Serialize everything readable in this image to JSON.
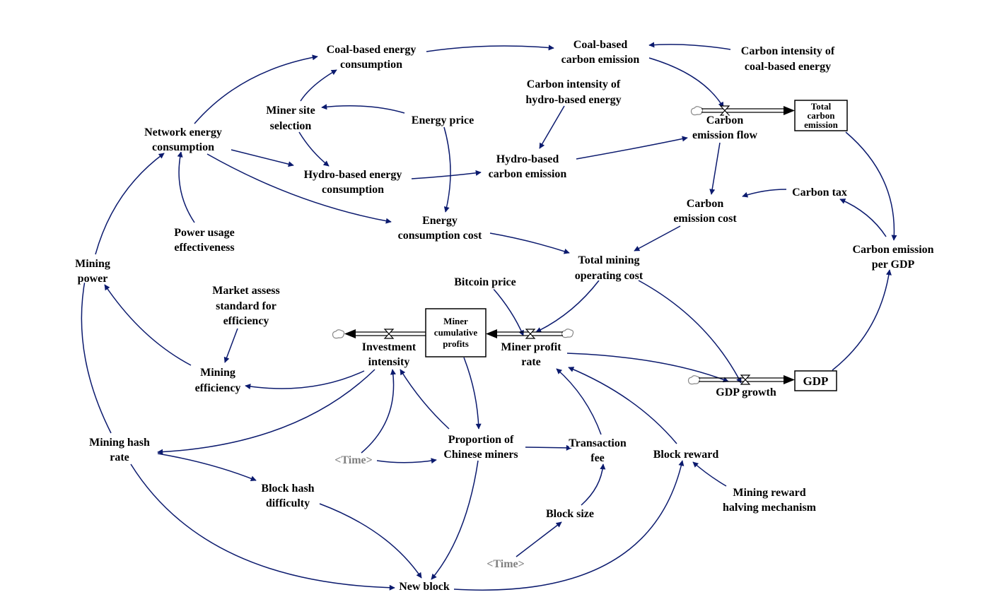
{
  "diagram": {
    "variables": {
      "coal_energy": [
        "Coal-based energy",
        "consumption"
      ],
      "coal_emission": [
        "Coal-based",
        "carbon emission"
      ],
      "coal_intensity": [
        "Carbon intensity of",
        "coal-based energy"
      ],
      "hydro_intensity": [
        "Carbon intensity of",
        "hydro-based energy"
      ],
      "miner_site": [
        "Miner site",
        "selection"
      ],
      "energy_price": [
        "Energy price"
      ],
      "network_energy": [
        "Network energy",
        "consumption"
      ],
      "hydro_emission": [
        "Hydro-based",
        "carbon emission"
      ],
      "hydro_energy": [
        "Hydro-based energy",
        "consumption"
      ],
      "carbon_flow": [
        "Carbon",
        "emission flow"
      ],
      "carbon_cost": [
        "Carbon",
        "emission cost"
      ],
      "carbon_tax": [
        "Carbon tax"
      ],
      "pue": [
        "Power usage",
        "effectiveness"
      ],
      "energy_cost": [
        "Energy",
        "consumption cost"
      ],
      "mining_power": [
        "Mining",
        "power"
      ],
      "total_cost": [
        "Total mining",
        "operating cost"
      ],
      "carbon_per_gdp": [
        "Carbon emission",
        "per GDP"
      ],
      "market_standard": [
        "Market assess",
        "standard for",
        "efficiency"
      ],
      "bitcoin_price": [
        "Bitcoin price"
      ],
      "investment": [
        "Investment",
        "intensity"
      ],
      "profit_rate": [
        "Miner profit",
        "rate"
      ],
      "mining_efficiency": [
        "Mining",
        "efficiency"
      ],
      "gdp_growth": [
        "GDP growth"
      ],
      "hash_rate": [
        "Mining hash",
        "rate"
      ],
      "proportion": [
        "Proportion of",
        "Chinese miners"
      ],
      "tx_fee": [
        "Transaction",
        "fee"
      ],
      "block_reward": [
        "Block reward"
      ],
      "block_difficulty": [
        "Block hash",
        "difficulty"
      ],
      "halving": [
        "Mining reward",
        "halving mechanism"
      ],
      "block_size": [
        "Block size"
      ],
      "new_block": [
        "New block"
      ]
    },
    "shadow_variables": {
      "time_a": "<Time>",
      "time_b": "<Time>"
    },
    "stocks": {
      "total_carbon": [
        "Total",
        "carbon",
        "emission"
      ],
      "miner_profits": [
        "Miner",
        "cumulative",
        "profits"
      ],
      "gdp": [
        "GDP"
      ]
    },
    "colors": {
      "link": "#0b1a6e",
      "text": "#000000",
      "shadow_text": "#808080",
      "stock_border": "#000000"
    }
  }
}
